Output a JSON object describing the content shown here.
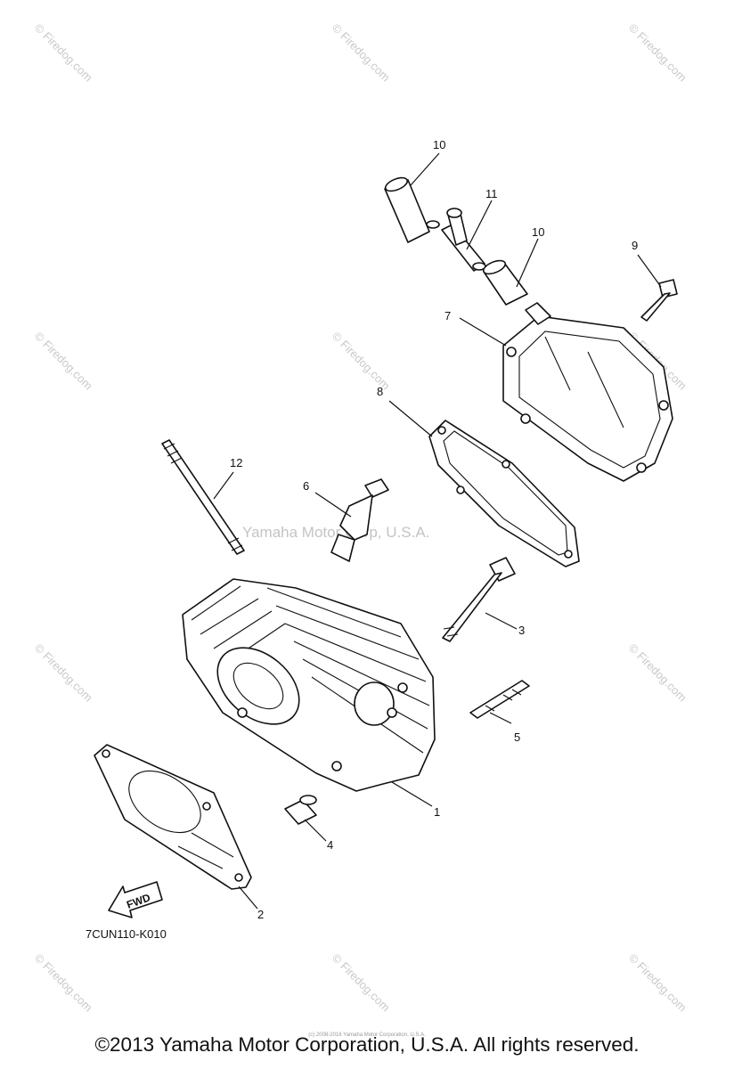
{
  "diagram": {
    "drawing_code": "7CUN110-K010",
    "center_watermark": "Yamaha Motor Corp, U.S.A.",
    "corner_watermark": "© Firedog.com",
    "fwd_label": "FWD",
    "callouts": [
      "1",
      "2",
      "3",
      "4",
      "5",
      "6",
      "7",
      "8",
      "9",
      "10",
      "10",
      "11",
      "12"
    ]
  },
  "footer": {
    "copyright": "©2013 Yamaha Motor Corporation, U.S.A. All rights reserved.",
    "fine_print": "(c) 2008-2016 Yamaha Motor Corporation, U.S.A."
  }
}
